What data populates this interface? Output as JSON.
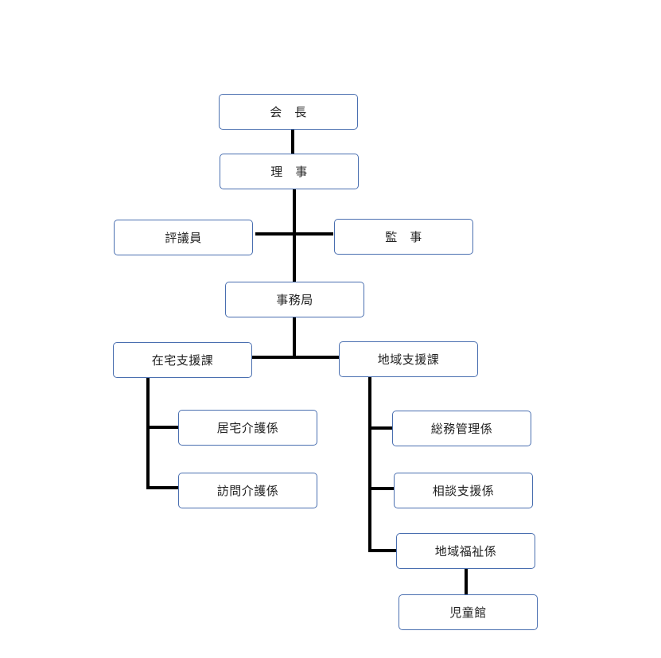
{
  "org_chart": {
    "nodes": {
      "kaicho": "会　長",
      "riji": "理　事",
      "hyogiin": "評議員",
      "kanji": "監　事",
      "jimukyoku": "事務局",
      "zaitaku": "在宅支援課",
      "chiiki": "地域支援課",
      "kyotaku": "居宅介護係",
      "homon": "訪問介護係",
      "somu": "総務管理係",
      "sodan": "相談支援係",
      "fukushi": "地域福祉係",
      "jidokan": "児童館"
    },
    "connector_color": "#000000",
    "box_border_color": "#4a6fb0"
  }
}
